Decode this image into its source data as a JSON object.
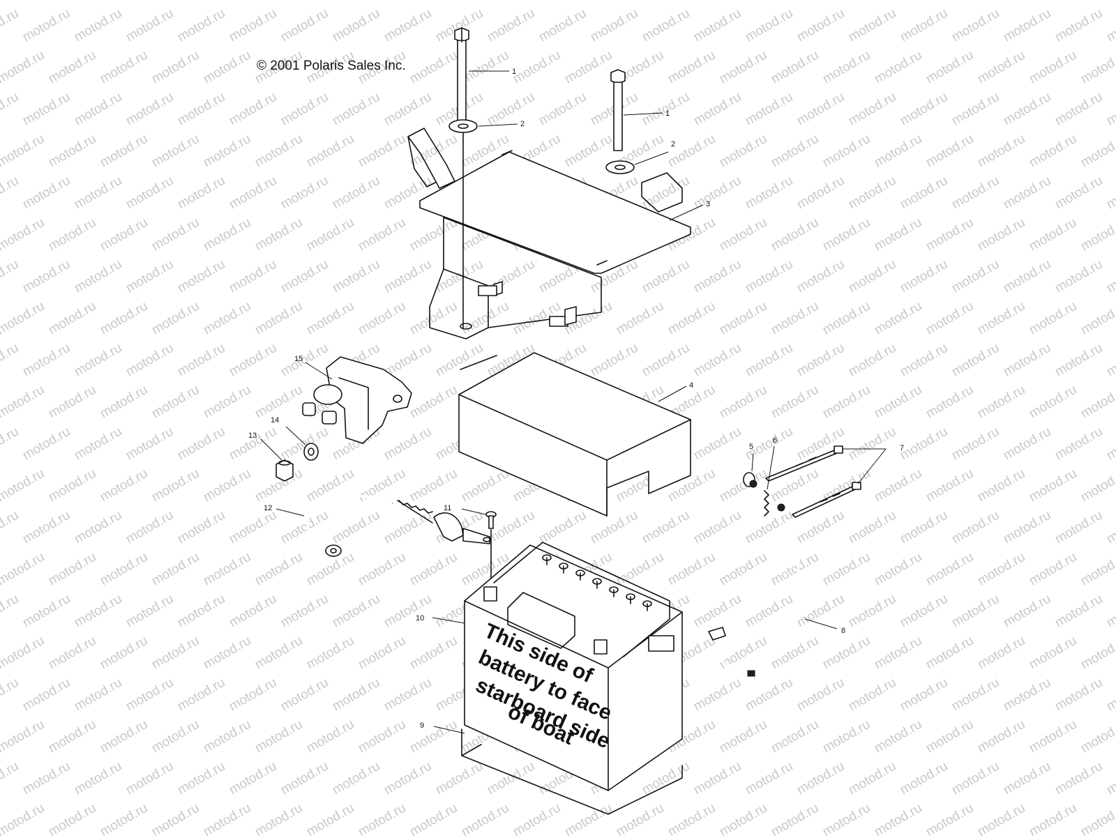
{
  "diagram": {
    "copyright": "© 2001 Polaris Sales Inc.",
    "watermark": "motod.ru",
    "battery_label_lines": [
      "This side of",
      "battery to face",
      "starboard side",
      "of boat"
    ],
    "callouts": [
      {
        "id": "c1a",
        "label": "1"
      },
      {
        "id": "c2a",
        "label": "2"
      },
      {
        "id": "c1b",
        "label": "1"
      },
      {
        "id": "c2b",
        "label": "2"
      },
      {
        "id": "c3",
        "label": "3"
      },
      {
        "id": "c4",
        "label": "4"
      },
      {
        "id": "c5",
        "label": "5"
      },
      {
        "id": "c6",
        "label": "6"
      },
      {
        "id": "c7",
        "label": "7"
      },
      {
        "id": "c8",
        "label": "8"
      },
      {
        "id": "c9",
        "label": "9"
      },
      {
        "id": "c10",
        "label": "10"
      },
      {
        "id": "c11",
        "label": "11"
      },
      {
        "id": "c12",
        "label": "12"
      },
      {
        "id": "c13",
        "label": "13"
      },
      {
        "id": "c14",
        "label": "14"
      },
      {
        "id": "c15",
        "label": "15"
      }
    ]
  }
}
